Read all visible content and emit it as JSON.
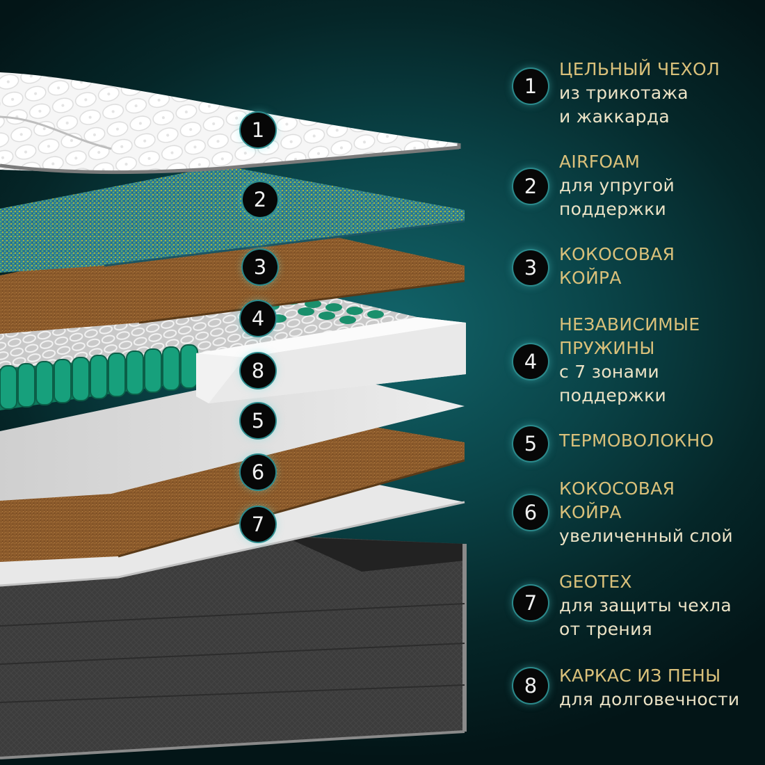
{
  "layer_markers": [
    "1",
    "2",
    "3",
    "4",
    "8",
    "5",
    "6",
    "7"
  ],
  "legend": [
    {
      "number": "1",
      "title": "ЦЕЛЬНЫЙ ЧЕХОЛ",
      "lines": [
        "из трикотажа",
        "и жаккарда"
      ]
    },
    {
      "number": "2",
      "title": "AIRFOAM",
      "lines": [
        "для упругой",
        "поддержки"
      ]
    },
    {
      "number": "3",
      "title": "КОКОСОВАЯ",
      "lines": [
        "КОЙРА",
        ""
      ]
    },
    {
      "number": "4",
      "title": "НЕЗАВИСИМЫЕ",
      "lines": [
        "ПРУЖИНЫ",
        "с 7 зонами",
        "поддержки"
      ]
    },
    {
      "number": "5",
      "title": "ТЕРМОВОЛОКНО",
      "lines": []
    },
    {
      "number": "6",
      "title": "КОКОСОВАЯ",
      "lines": [
        "КОЙРА",
        "увеличенный слой"
      ]
    },
    {
      "number": "7",
      "title": "GEOTEX",
      "lines": [
        "для защиты чехла",
        "от трения"
      ]
    },
    {
      "number": "8",
      "title": "КАРКАС ИЗ ПЕНЫ",
      "lines": [
        "для долговечности"
      ]
    }
  ],
  "colors": {
    "title_gold": "#d9c07a",
    "subtitle_cream": "#ece3c6",
    "spring_green": "#159775",
    "coir_brown": "#8a5a2c",
    "airfoam_blue": "#2e7d8e",
    "base_dark": "#3a3a3a"
  }
}
